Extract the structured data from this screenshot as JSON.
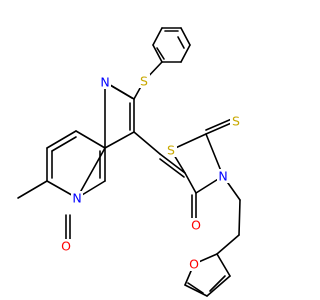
{
  "molecule": {
    "atoms": {
      "n1": {
        "symbol": "N",
        "color": "#0000ff"
      },
      "n2": {
        "symbol": "N",
        "color": "#0000ff"
      },
      "n3": {
        "symbol": "N",
        "color": "#0000ff"
      },
      "o1": {
        "symbol": "O",
        "color": "#ff0000"
      },
      "o2": {
        "symbol": "O",
        "color": "#ff0000"
      },
      "o3": {
        "symbol": "O",
        "color": "#ff0000"
      },
      "s1": {
        "symbol": "S",
        "color": "#c8a800"
      },
      "s2": {
        "symbol": "S",
        "color": "#c8a800"
      },
      "s3": {
        "symbol": "S",
        "color": "#c8a800"
      }
    },
    "bond_color": "#000000",
    "background": "#ffffff"
  }
}
